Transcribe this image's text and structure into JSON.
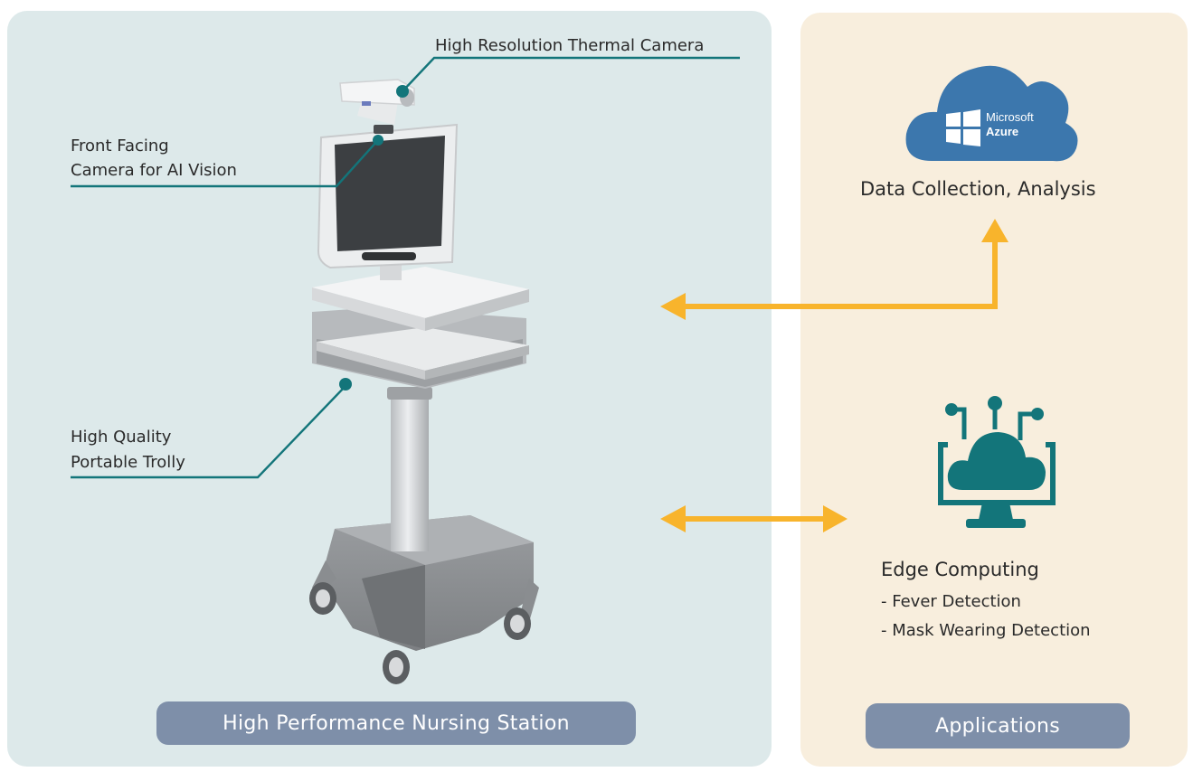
{
  "station": {
    "title": "High Performance Nursing Station",
    "callouts": {
      "thermal_camera": "High Resolution Thermal Camera",
      "front_camera_line1": "Front Facing",
      "front_camera_line2": "Camera for AI Vision",
      "trolly_line1": "High Quality",
      "trolly_line2": "Portable Trolly"
    }
  },
  "applications": {
    "title": "Applications",
    "cloud": {
      "logo_text_line1": "Microsoft",
      "logo_text_line2": "Azure",
      "label": "Data Collection, Analysis"
    },
    "edge": {
      "label": "Edge Computing",
      "features": [
        "- Fever Detection",
        "- Mask Wearing Detection"
      ]
    }
  },
  "colors": {
    "station_bg": "#dde9ea",
    "applications_bg": "#f8eedd",
    "pill": "#7e8fa9",
    "teal": "#13757a",
    "arrow": "#f8b42c",
    "azure_cloud": "#3c77ad"
  }
}
